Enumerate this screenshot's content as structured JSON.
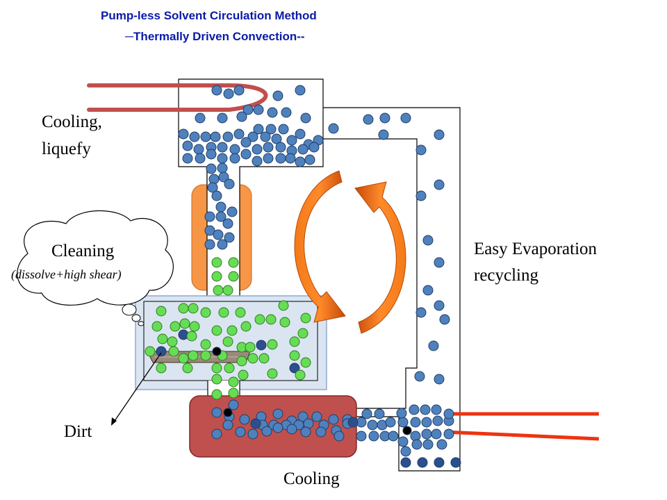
{
  "title": {
    "line1": "Pump-less Solvent Circulation Method",
    "line2": "─Thermally Driven Convection--"
  },
  "labels": {
    "cooling_top_line1": "Cooling,",
    "cooling_top_line2": "liquefy",
    "cleaning": "Cleaning",
    "cleaning_detail": "(dissolve+high shear)",
    "evaporation_line1": "Easy Evaporation",
    "evaporation_line2": "recycling",
    "dirt": "Dirt",
    "cooling_bottom": "Cooling"
  },
  "colors": {
    "title_text": "#0a1aa8",
    "solvent_particle": "#4f81bd",
    "clean_particle": "#66dd55",
    "dirt_particle": "#2c4f8f",
    "contaminant": "#000000",
    "heater": "#c0504d",
    "cooling_pipe_top": "#c0504d",
    "heating_pipe": "#ee3311",
    "column_band": "#f79646",
    "wash_chamber": "#dbe5f1",
    "circulation_arrow": "#e86a10"
  },
  "icons": {
    "circulation": "circular-arrows-icon",
    "thought_cloud": "thought-cloud-icon"
  }
}
